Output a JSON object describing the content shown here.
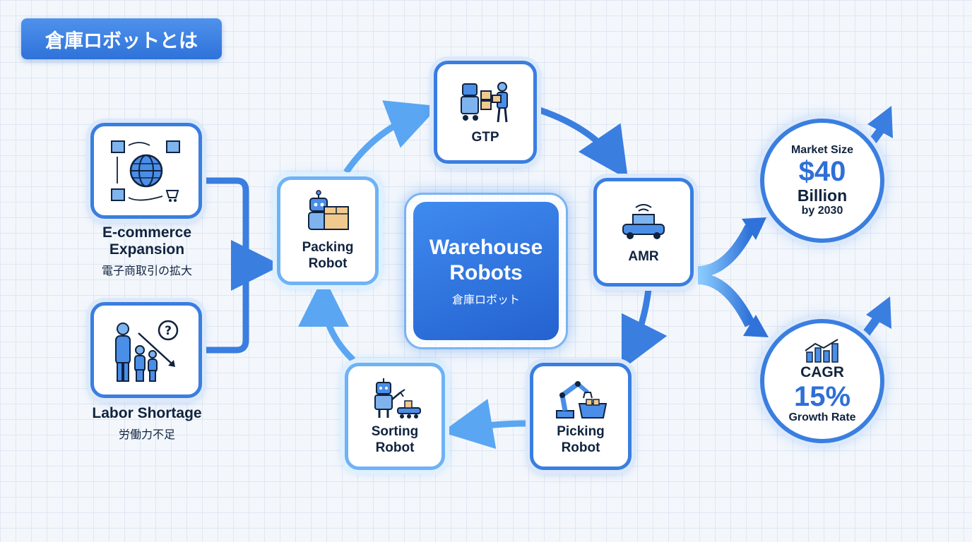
{
  "title": "倉庫ロボットとは",
  "center": {
    "title_en": "Warehouse Robots",
    "title_jp": "倉庫ロボット"
  },
  "drivers": [
    {
      "en": "E-commerce Expansion",
      "jp": "電子商取引の拡大"
    },
    {
      "en": "Labor Shortage",
      "jp": "労働力不足"
    }
  ],
  "robots": {
    "packing": "Packing Robot",
    "gtp": "GTP",
    "amr": "AMR",
    "picking": "Picking Robot",
    "sorting": "Sorting Robot"
  },
  "market": {
    "size_label": "Market Size",
    "size_value": "$40",
    "size_unit": "Billion",
    "size_year": "by 2030",
    "cagr_label": "CAGR",
    "cagr_value": "15%",
    "cagr_sub": "Growth Rate"
  },
  "colors": {
    "primary": "#3a7ee0",
    "accent_light": "#6fb2f5",
    "text": "#10233f"
  }
}
